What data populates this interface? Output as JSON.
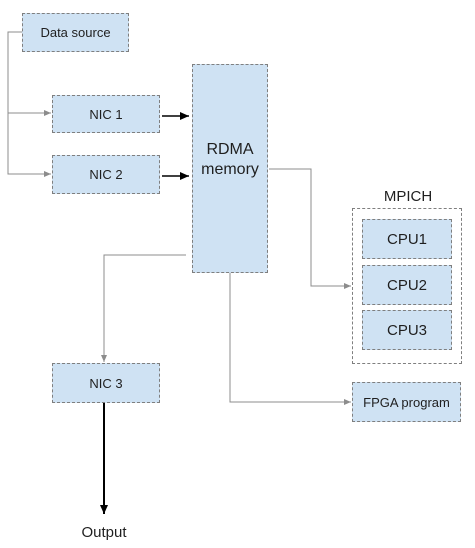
{
  "diagram": {
    "nodes": {
      "data_source": "Data source",
      "nic1": "NIC 1",
      "nic2": "NIC 2",
      "nic3": "NIC 3",
      "rdma_line1": "RDMA",
      "rdma_line2": "memory",
      "cpu1": "CPU1",
      "cpu2": "CPU2",
      "cpu3": "CPU3",
      "fpga": "FPGA program"
    },
    "group_label": "MPICH",
    "output_label": "Output"
  },
  "colors": {
    "box_fill": "#cfe2f3",
    "box_border": "#7f7f7f",
    "thin_connector": "#8c8c8c",
    "bold_arrow": "#000000"
  }
}
